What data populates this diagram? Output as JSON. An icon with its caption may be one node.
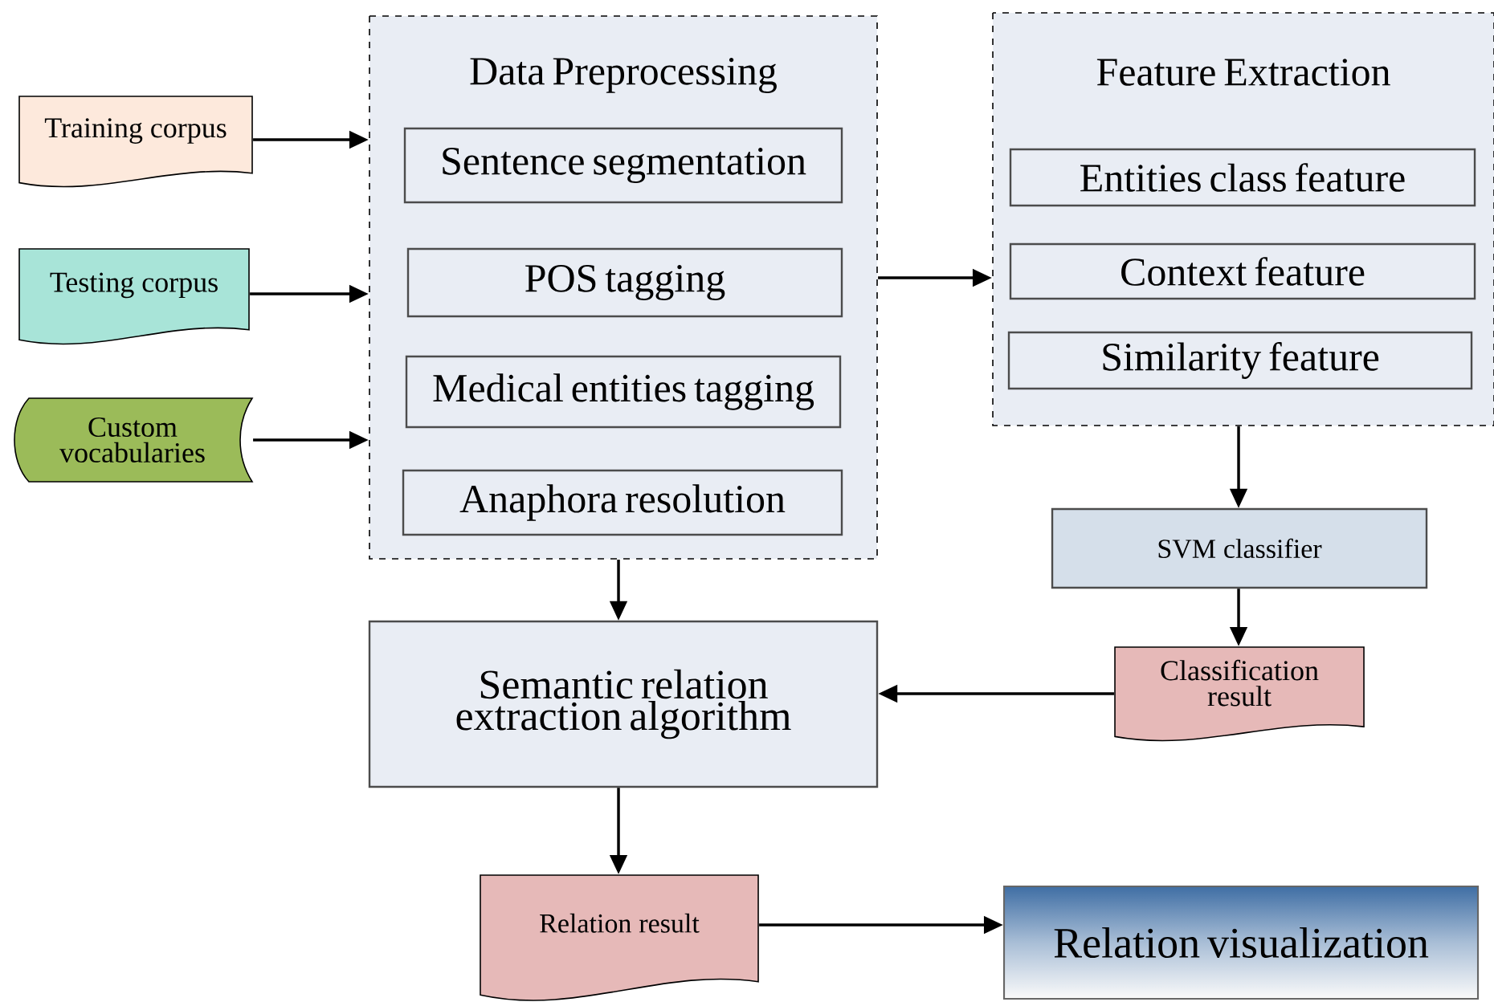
{
  "diagram": {
    "nodes": [
      {
        "text": [
          "Training corpus"
        ]
      },
      {
        "text": [
          "Testing corpus"
        ]
      },
      {
        "text": [
          "Custom vocabularies"
        ]
      },
      {
        "text": [
          "Data Preprocessing"
        ]
      },
      {
        "text": [
          "Sentence segmentation"
        ],
        "in": 3
      },
      {
        "text": [
          "POS tagging"
        ],
        "in": 3
      },
      {
        "text": [
          "Medical entities tagging"
        ],
        "in": 3
      },
      {
        "text": [
          "Anaphora resolution"
        ],
        "in": 3
      },
      {
        "text": [
          "Feature Extraction"
        ]
      },
      {
        "text": [
          "Entities class feature"
        ],
        "in": 8
      },
      {
        "text": [
          "Context feature"
        ],
        "in": 8
      },
      {
        "text": [
          "Similarity feature"
        ],
        "in": 8
      },
      {
        "text": [
          "SVM classifier"
        ]
      },
      {
        "text": [
          "Classification result"
        ]
      },
      {
        "text": [
          "Semantic relation extraction algorithm"
        ]
      },
      {
        "text": [
          "Relation result"
        ]
      },
      {
        "text": [
          "Relation visualization"
        ]
      }
    ],
    "edges": [
      {
        "from": 0,
        "to": 3,
        "arrow": "to"
      },
      {
        "from": 1,
        "to": 3,
        "arrow": "to"
      },
      {
        "from": 2,
        "to": 3,
        "arrow": "to"
      },
      {
        "from": 3,
        "to": 8,
        "arrow": "to"
      },
      {
        "from": 8,
        "to": 12,
        "arrow": "to"
      },
      {
        "from": 12,
        "to": 13,
        "arrow": "to"
      },
      {
        "from": 13,
        "to": 14,
        "arrow": "to"
      },
      {
        "from": 3,
        "to": 14,
        "arrow": "to"
      },
      {
        "from": 14,
        "to": 15,
        "arrow": "to"
      },
      {
        "from": 15,
        "to": 16,
        "arrow": "to"
      }
    ]
  }
}
